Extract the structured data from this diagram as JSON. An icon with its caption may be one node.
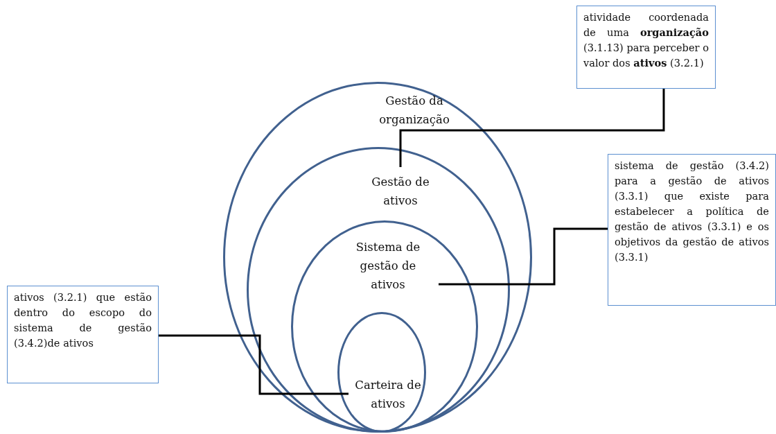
{
  "diagram": {
    "nodes": [
      {
        "text": [
          "Gestão da organização"
        ]
      },
      {
        "text": [
          "Gestão de ativos"
        ],
        "in": 0
      },
      {
        "text": [
          "Sistema de gestão de ativos"
        ],
        "in": 1
      },
      {
        "text": [
          "Carteira de ativos"
        ],
        "in": 2
      },
      {
        "text": [
          "atividade coordenada de uma **organização** (3.1.13) para perceber o valor dos **ativos** (3.2.1)"
        ]
      },
      {
        "text": [
          "sistema de gestão (3.4.2) para a gestão de ativos (3.3.1) que existe para estabelecer a política de gestão de ativos (3.3.1) e os objetivos da gestão de ativos (3.3.1)"
        ]
      },
      {
        "text": [
          "ativos (3.2.1) que estão dentro do escopo do sistema de gestão (3.4.2)de ativos"
        ]
      }
    ],
    "edges": [
      {
        "from": 4,
        "to": 1,
        "arrow": "none"
      },
      {
        "from": 5,
        "to": 2,
        "arrow": "none"
      },
      {
        "from": 6,
        "to": 3,
        "arrow": "none"
      }
    ]
  }
}
